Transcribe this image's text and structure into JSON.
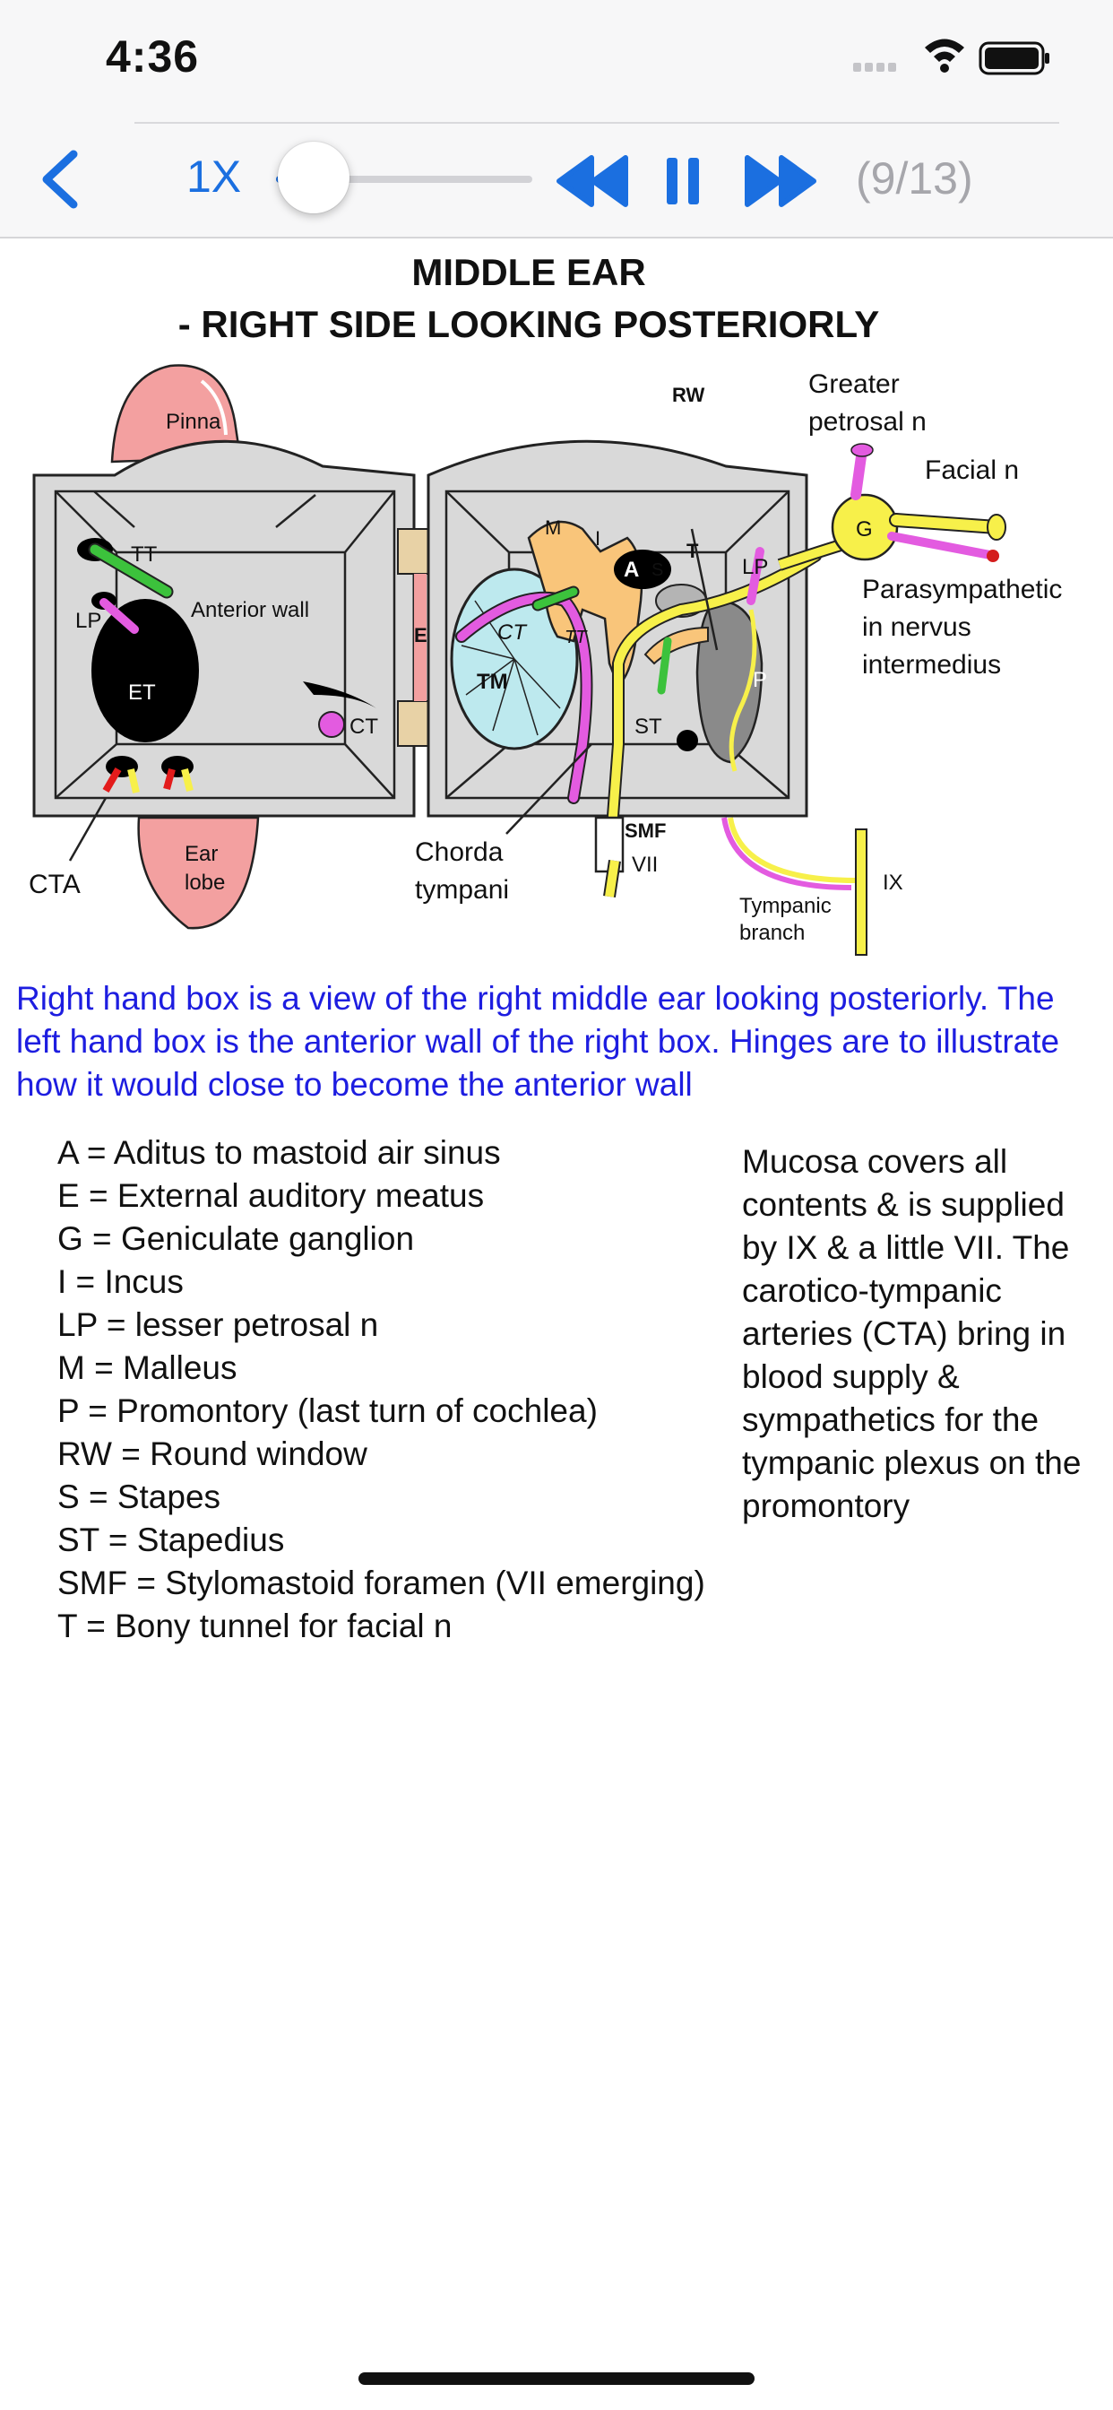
{
  "status_bar": {
    "time": "4:36"
  },
  "player": {
    "speed": "1X",
    "progress": 0.03,
    "page_counter": "(9/13)"
  },
  "figure": {
    "title_line1": "MIDDLE EAR",
    "title_line2": "- RIGHT SIDE LOOKING POSTERIORLY",
    "labels": {
      "pinna": "Pinna",
      "tt": "TT",
      "lp": "LP",
      "anterior_wall": "Anterior wall",
      "et": "ET",
      "ct": "CT",
      "e": "E",
      "cta": "CTA",
      "ear_lobe_1": "Ear",
      "ear_lobe_2": "lobe",
      "rw": "RW",
      "greater_petrosal_1": "Greater",
      "greater_petrosal_2": "petrosal n",
      "facial_n": "Facial n",
      "g": "G",
      "parasympathetic_1": "Parasympathetic",
      "parasympathetic_2": "in nervus",
      "parasympathetic_3": "intermedius",
      "m": "M",
      "i": "I",
      "a": "A",
      "t": "T",
      "lp2": "LP",
      "s": "S",
      "tt2": "TT",
      "tm": "TM",
      "ct2": "CT",
      "st": "ST",
      "p": "P",
      "smf": "SMF",
      "vii": "VII",
      "chorda_1": "Chorda",
      "chorda_2": "tympani",
      "tympanic_1": "Tympanic",
      "tympanic_2": "branch",
      "ix": "IX"
    },
    "colors": {
      "pinna": "#f3a0a0",
      "box": "#d9d9d9",
      "malleus_incus": "#f9c57a",
      "tympanic_membrane": "#bde9ee",
      "nerve_yellow": "#f7f04a",
      "nerve_magenta": "#e35be0",
      "nerve_green": "#3cc23c",
      "promontory": "#8a8a8a"
    }
  },
  "caption": "Right hand box is a view of the right middle ear looking posteriorly. The left hand box is the anterior wall of the right box. Hinges are to illustrate how it would close to become the anterior wall",
  "legend": [
    "A = Aditus to mastoid air sinus",
    "E = External auditory meatus",
    "G = Geniculate ganglion",
    "I = Incus",
    "LP = lesser petrosal n",
    "M = Malleus",
    "P = Promontory (last turn of cochlea)",
    "RW = Round window",
    "S = Stapes",
    "ST = Stapedius",
    "SMF = Stylomastoid foramen (VII emerging)",
    "T = Bony tunnel for facial n"
  ],
  "side_note": "Mucosa covers all contents & is supplied by IX & a little VII. The carotico-tympanic arteries (CTA) bring in blood supply & sympathetics for the tympanic plexus on the promontory"
}
